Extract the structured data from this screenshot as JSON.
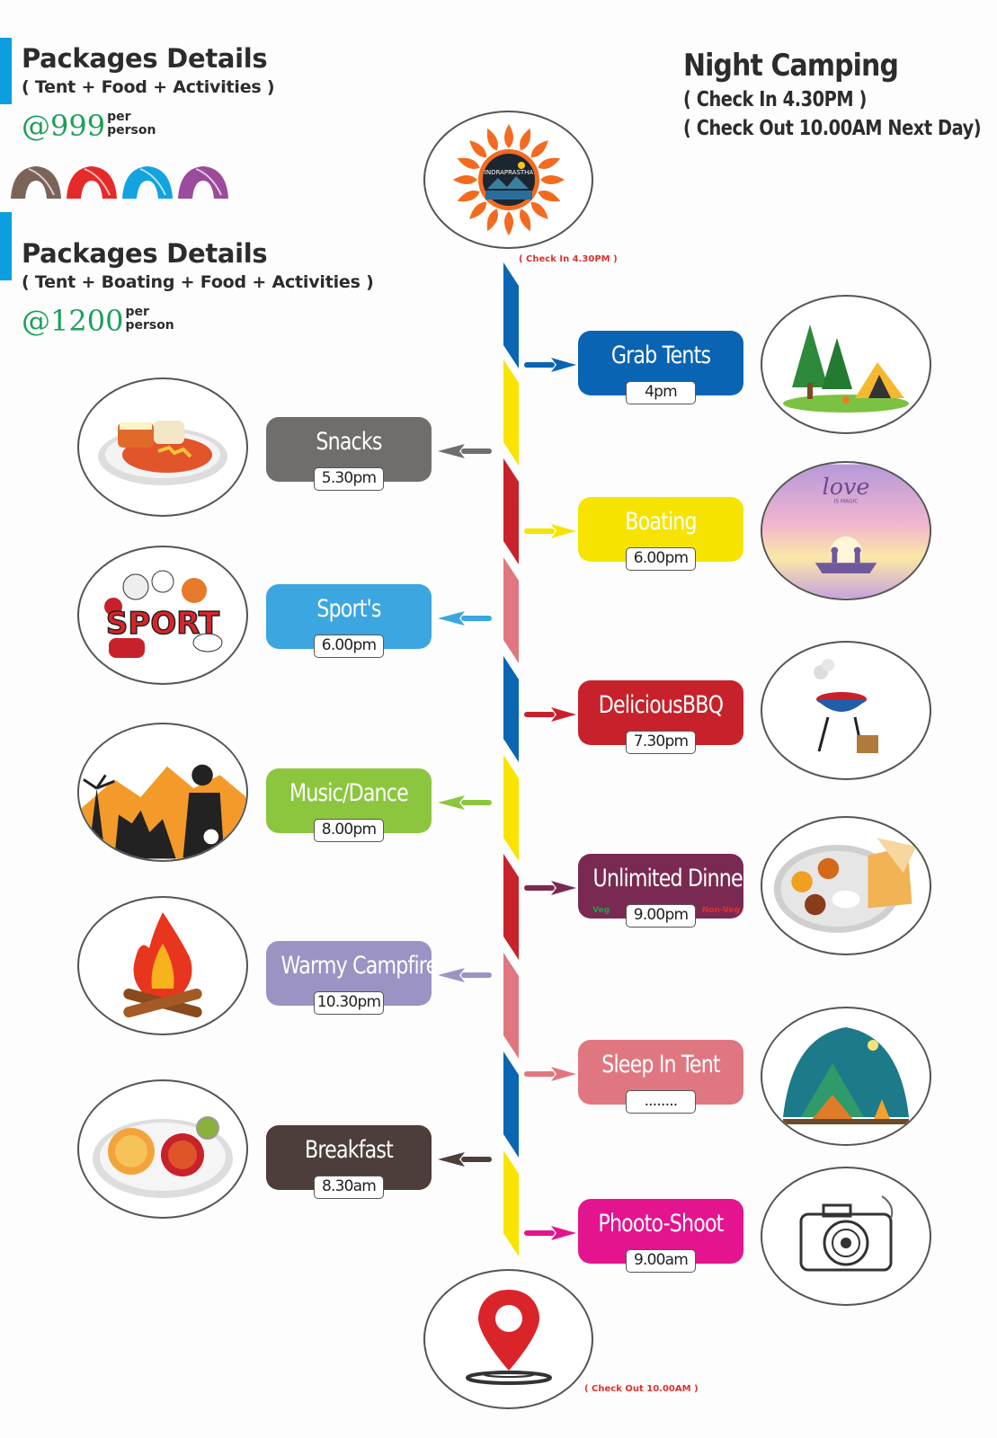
{
  "packages": [
    {
      "title": "Packages Details",
      "subtitle": "( Tent + Food + Activities )",
      "price": "@999",
      "unit_line1": "per",
      "unit_line2": "person"
    },
    {
      "title": "Packages Details",
      "subtitle": "( Tent + Boating + Food + Activities )",
      "price": "@1200",
      "unit_line1": "per",
      "unit_line2": "person"
    }
  ],
  "tent_colors": [
    "#7b635a",
    "#e52a2a",
    "#12a3e0",
    "#9b4b9b"
  ],
  "night_camping": {
    "title": "Night Camping",
    "check_in": "( Check In 4.30PM )",
    "check_out": "( Check Out 10.00AM Next Day)"
  },
  "logo": {
    "name": "INDRAPRASTHA",
    "caption": ""
  },
  "timeline": {
    "check_in_tag": "( Check In 4.30PM )",
    "check_out_tag": "( Check Out 10.00AM )",
    "segment_colors": [
      "#0a65b3",
      "#f8e400",
      "#c8222c",
      "#e07780",
      "#0a65b3",
      "#f8e400",
      "#c8222c",
      "#e07780",
      "#0a65b3",
      "#f8e400"
    ]
  },
  "activities": [
    {
      "side": "right",
      "label": "Grab Tents",
      "time": "4pm",
      "color": "#0a64b4",
      "image": "campsite-illustration"
    },
    {
      "side": "left",
      "label": "Snacks",
      "time": "5.30pm",
      "color": "#6f6e6c",
      "image": "snacks-plate"
    },
    {
      "side": "right",
      "label": "Boating",
      "time": "6.00pm",
      "color": "#f6e400",
      "image": "boating-sunset",
      "image_text": "love",
      "image_subtext": "IS MAGIC"
    },
    {
      "side": "left",
      "label": "Sport's",
      "time": "6.00pm",
      "color": "#3ba6e0",
      "image": "sport-balls",
      "image_text": "SPORT"
    },
    {
      "side": "right",
      "label": "DeliciousBBQ",
      "time": "7.30pm",
      "color": "#c7222b",
      "image": "bbq-grill"
    },
    {
      "side": "left",
      "label": "Music/Dance",
      "time": "8.00pm",
      "color": "#8cc63f",
      "image": "party-dj"
    },
    {
      "side": "right",
      "label": "Unlimited Dinner",
      "time": "9.00pm",
      "color": "#7a2a52",
      "image": "thali-plate",
      "tag_left": "Veg",
      "tag_right": "Non-Veg"
    },
    {
      "side": "left",
      "label": "Warmy Campfire",
      "time": "10.30pm",
      "color": "#9b93c4",
      "image": "campfire"
    },
    {
      "side": "right",
      "label": "Sleep In Tent",
      "time": "........",
      "color": "#e07780",
      "image": "night-camp"
    },
    {
      "side": "left",
      "label": "Breakfast",
      "time": "8.30am",
      "color": "#4d3e3b",
      "image": "breakfast-plate"
    },
    {
      "side": "right",
      "label": "Phooto-Shoot",
      "time": "9.00am",
      "color": "#e4148f",
      "image": "camera"
    }
  ]
}
